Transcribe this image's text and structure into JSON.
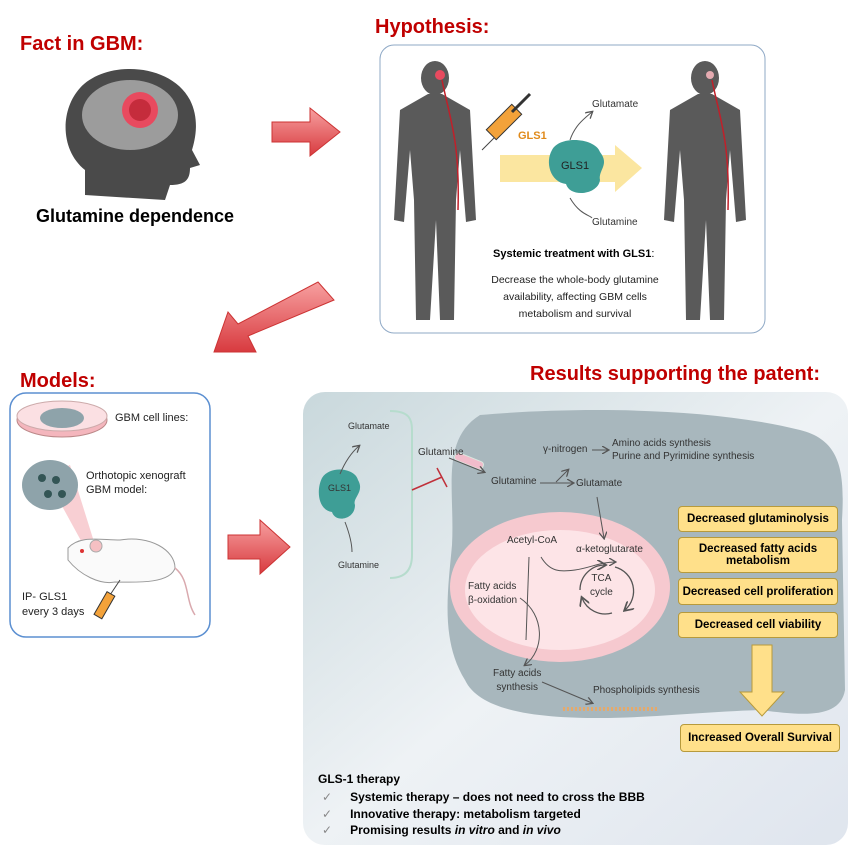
{
  "fact": {
    "title": "Fact in GBM:",
    "caption": "Glutamine dependence"
  },
  "hypothesis": {
    "title": "Hypothesis:",
    "drug_label": "GLS1",
    "enzyme": "GLS1",
    "product": "Glutamate",
    "substrate": "Glutamine",
    "treatment_title": "Systemic treatment with GLS1",
    "treatment_colon": ":",
    "treatment_lines": [
      "Decrease the whole-body glutamine",
      "availability, affecting GBM cells",
      "metabolism and survival"
    ]
  },
  "models": {
    "title": "Models:",
    "cell_lines": "GBM cell lines:",
    "xenograft": [
      "Orthotopic xenograft",
      "GBM model:"
    ],
    "dosing": [
      "IP- GLS1",
      "every 3 days"
    ]
  },
  "results": {
    "title": "Results supporting the patent:",
    "outside": {
      "enzyme": "GLS1",
      "product": "Glutamate",
      "substrate": "Glutamine",
      "glutamine_in": "Glutamine"
    },
    "cell": {
      "glutamine": "Glutamine",
      "gamma_nitrogen": "γ-nitrogen",
      "amino_acids": "Amino acids synthesis",
      "purine": "Purine and Pyrimidine synthesis",
      "glutamate": "Glutamate",
      "acetyl_coa": "Acetyl-CoA",
      "akg": "α-ketoglutarate",
      "tca": [
        "TCA",
        "cycle"
      ],
      "fa_oxidation": [
        "Fatty acids",
        "β-oxidation"
      ],
      "fa_synthesis": [
        "Fatty acids",
        "synthesis"
      ],
      "phospholipids": "Phospholipids synthesis"
    },
    "effects": [
      "Decreased glutaminolysis",
      "Decreased fatty acids metabolism",
      "Decreased cell proliferation",
      "Decreased cell viability"
    ],
    "outcome": "Increased Overall Survival",
    "therapy": {
      "title": "GLS-1 therapy",
      "items": [
        {
          "text": "Systemic therapy – does not need to cross the BBB"
        },
        {
          "text": "Innovative therapy: metabolism targeted"
        },
        {
          "text": "Promising results ",
          "em1": "in vitro",
          "mid": " and ",
          "em2": "in vivo"
        }
      ],
      "check": "✓"
    }
  },
  "colors": {
    "red_title": "#c00000",
    "arrow_red": "#e8555a",
    "teal": "#3e9e96",
    "yellow": "#ffe08a",
    "cell": "#a8b7bd",
    "mito": "#f6c9cf"
  }
}
